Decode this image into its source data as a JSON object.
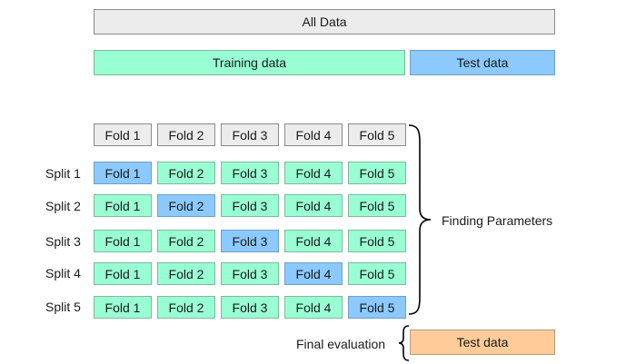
{
  "top": {
    "all_data": "All Data",
    "training_data": "Training data",
    "test_data": "Test data"
  },
  "fold_header": [
    "Fold 1",
    "Fold 2",
    "Fold 3",
    "Fold 4",
    "Fold 5"
  ],
  "splits": [
    {
      "label": "Split 1",
      "test_fold": 1,
      "folds": [
        "Fold 1",
        "Fold 2",
        "Fold 3",
        "Fold 4",
        "Fold 5"
      ]
    },
    {
      "label": "Split 2",
      "test_fold": 2,
      "folds": [
        "Fold 1",
        "Fold 2",
        "Fold 3",
        "Fold 4",
        "Fold 5"
      ]
    },
    {
      "label": "Split 3",
      "test_fold": 3,
      "folds": [
        "Fold 1",
        "Fold 2",
        "Fold 3",
        "Fold 4",
        "Fold 5"
      ]
    },
    {
      "label": "Split 4",
      "test_fold": 4,
      "folds": [
        "Fold 1",
        "Fold 2",
        "Fold 3",
        "Fold 4",
        "Fold 5"
      ]
    },
    {
      "label": "Split 5",
      "test_fold": 5,
      "folds": [
        "Fold 1",
        "Fold 2",
        "Fold 3",
        "Fold 4",
        "Fold 5"
      ]
    }
  ],
  "finding_parameters": "Finding Parameters",
  "final_evaluation": {
    "label": "Final evaluation",
    "test_data": "Test data"
  },
  "colors": {
    "all_data": "#ececec",
    "training": "#99ffd3",
    "validation": "#8bc9ff",
    "final_test": "#ffcc99"
  }
}
